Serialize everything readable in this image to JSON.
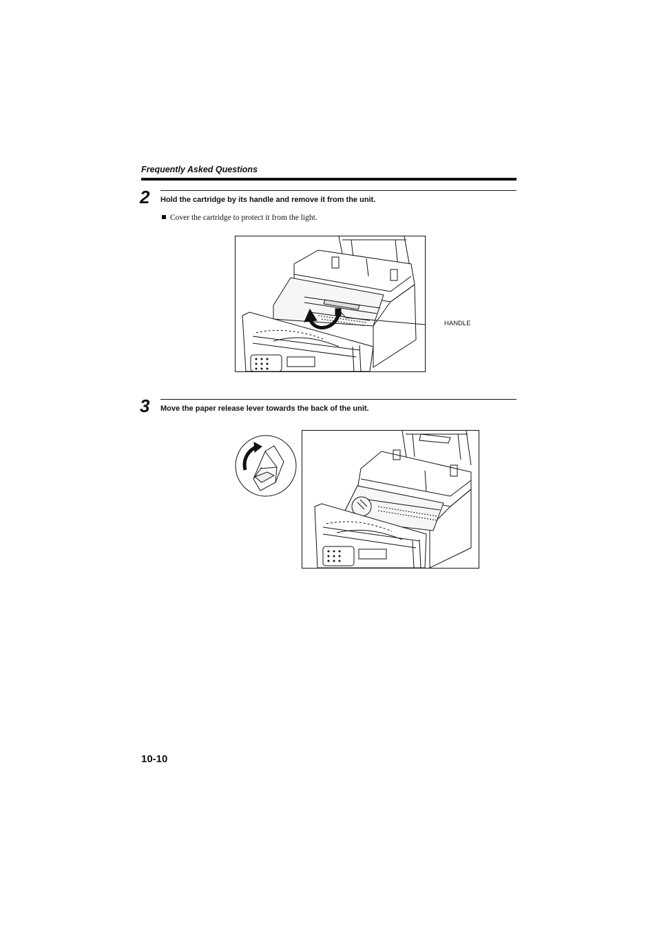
{
  "header": {
    "section_title": "Frequently Asked Questions"
  },
  "steps": [
    {
      "number": "2",
      "instruction": "Hold the cartridge by its handle and remove it from the unit.",
      "bullet": "Cover the cartridge to protect it from the light.",
      "figure": {
        "callout": "HANDLE"
      }
    },
    {
      "number": "3",
      "instruction": "Move the paper release lever towards the back of the unit."
    }
  ],
  "footer": {
    "page_number": "10-10"
  }
}
